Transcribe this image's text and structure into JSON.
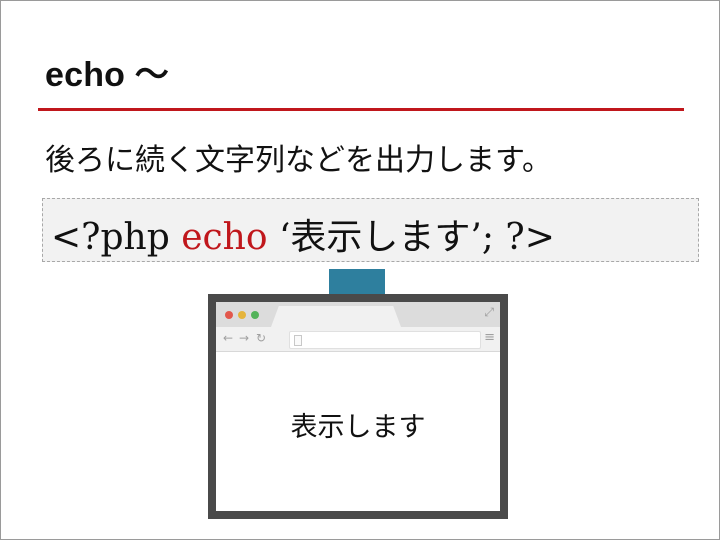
{
  "slide": {
    "title": "echo 〜",
    "subtitle": "後ろに続く文字列などを出力します。",
    "code": {
      "prefix": "<?php ",
      "keyword": "echo",
      "suffix": " ‘表示します’; ?>"
    }
  },
  "browser": {
    "content_text": "表示します",
    "icons": {
      "close": "red-dot",
      "minimize": "yellow-dot",
      "maximize": "green-dot",
      "expand": "expand-icon",
      "back": "back-arrow-icon",
      "forward": "forward-arrow-icon",
      "reload": "reload-icon",
      "page": "page-icon",
      "menu": "hamburger-menu-icon"
    }
  },
  "colors": {
    "rule": "#c0171c",
    "keyword": "#c0171c",
    "arrow": "#2e7f9e",
    "code_background": "#f2f2f2",
    "browser_frame": "#4a4a4a"
  }
}
